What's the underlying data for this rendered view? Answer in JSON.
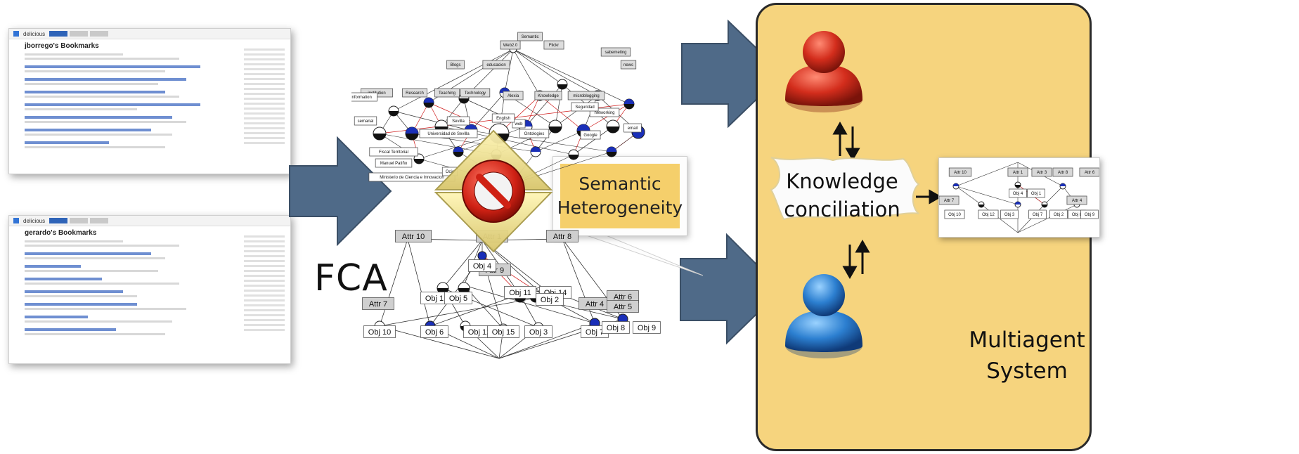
{
  "colors": {
    "arrow_fill": "#4f6a88",
    "panel_fill": "#f6d47e",
    "callout_fill": "#f5cf6b",
    "agent_red": "#d32d1c",
    "agent_blue": "#2c7fd0",
    "node_blue": "#1a2fb8",
    "edge_red": "#d01a1a"
  },
  "screenshots": [
    {
      "app": "delicious",
      "title": "jborrego's Bookmarks"
    },
    {
      "app": "delicious",
      "title": "gerardo's Bookmarks"
    }
  ],
  "upper_lattice": {
    "labels": [
      "Semantic",
      "Web2.0",
      "Flickr",
      "Blogs",
      "educacion",
      "news",
      "sabemeting",
      "institution",
      "Research",
      "Teaching",
      "Technology",
      "Alexia",
      "Knowledge",
      "microblogging",
      "information",
      "networking",
      "web",
      "email",
      "Fiscal Territorial",
      "Manuel Patiño",
      "Ministerio de Ciencia e Innovacion",
      "Universidad de Sevilla",
      "Ontologies",
      "Sevilla",
      "Ocio",
      "Seguridad",
      "English",
      "semanal",
      "Google"
    ]
  },
  "lower_lattice": {
    "attr_labels": [
      "Attr 10",
      "Attr 1",
      "Attr 8",
      "Attr 9",
      "Attr 7",
      "Attr 4",
      "Attr 6",
      "Attr 5"
    ],
    "obj_labels": [
      "Obj 4",
      "Obj 1",
      "Obj 5",
      "Obj 11",
      "Obj 14",
      "Obj 2",
      "Obj 10",
      "Obj 6",
      "Obj 12",
      "Obj 15",
      "Obj 3",
      "Obj 7",
      "Obj 8",
      "Obj 9"
    ]
  },
  "fca_label": "FCA",
  "callout": {
    "line1": "Semantic",
    "line2": "Heterogeneity"
  },
  "knowledge_conciliation": {
    "line1": "Knowledge",
    "line2": "conciliation"
  },
  "multiagent": {
    "line1": "Multiagent",
    "line2": "System"
  },
  "result_lattice": {
    "attr_labels": [
      "Attr 10",
      "Attr 1",
      "Attr 8",
      "Attr 3",
      "Attr 7",
      "Attr 4",
      "Attr 6"
    ],
    "obj_labels": [
      "Obj 10",
      "Obj 4",
      "Obj 1",
      "Obj 2",
      "Obj 12",
      "Obj 3",
      "Obj 7",
      "Obj 8",
      "Obj 9"
    ]
  }
}
